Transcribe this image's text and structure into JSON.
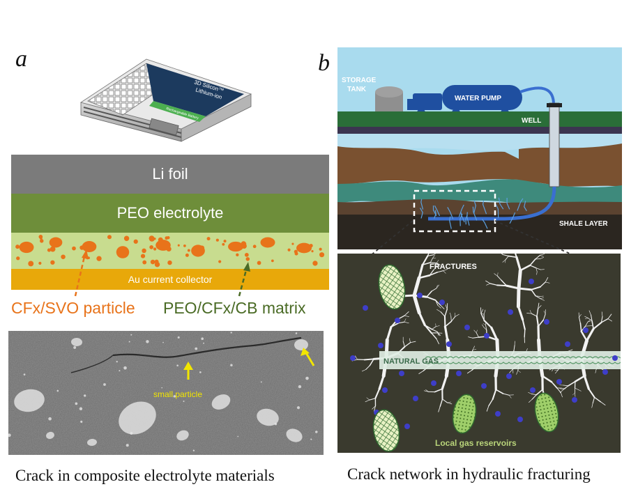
{
  "panel_a": {
    "letter": "a",
    "battery": {
      "label_line1": "3D Silicon™",
      "label_line2": "Lithium-ion",
      "label_strip": "Rechargeable Battery"
    },
    "layers": {
      "li_foil": "Li foil",
      "peo_electrolyte": "PEO electrolyte",
      "au_collector": "Au current collector"
    },
    "callouts": {
      "particle": "CFx/SVO particle",
      "matrix": "PEO/CFx/CB matrix"
    },
    "micrograph": {
      "annotation": "small particle"
    },
    "caption": "Crack in composite electrolyte materials"
  },
  "panel_b": {
    "letter": "b",
    "scene": {
      "storage_tank_line1": "STORAGE",
      "storage_tank_line2": "TANK",
      "water_pump": "WATER PUMP",
      "well": "WELL",
      "shale_layer": "SHALE LAYER"
    },
    "zoom": {
      "fractures": "FRACTURES",
      "natural_gas": "NATURAL GAS",
      "reservoirs": "Local gas reservoirs"
    },
    "caption": "Crack network in hydraulic fracturing"
  },
  "colors": {
    "li_foil": "#7b7b7b",
    "peo_electrolyte": "#6e8e3a",
    "matrix": "#c8dc8f",
    "au_collector": "#e8a80a",
    "particle": "#e8731a",
    "matrix_label": "#4a6b25",
    "sky": "#a9dbee",
    "grass": "#2a6e38",
    "shale": "#2b2620",
    "zoom_bg": "#3a3a2e",
    "dots": "#3e3ec8",
    "truck": "#1f4fa0"
  }
}
